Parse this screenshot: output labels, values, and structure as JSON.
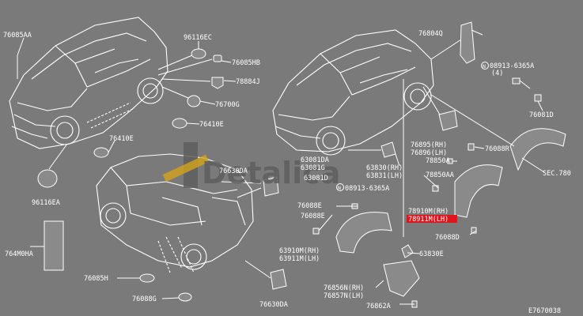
{
  "diagram_code": "E7670038",
  "watermark": "Detalica",
  "highlight_color": "#e0141b",
  "labels": {
    "l76085AA": "76085AA",
    "l96116EC": "96116EC",
    "l76085HB": "76085HB",
    "l78884J": "78884J",
    "l76700G": "76700G",
    "l76410E_a": "76410E",
    "l76410E_b": "76410E",
    "l96116EA": "96116EA",
    "l76630DA_a": "76630DA",
    "l764M0HA": "764M0HA",
    "l76085H": "76085H",
    "l76088G": "76088G",
    "l76630DA_b": "76630DA",
    "l76804Q": "76804Q",
    "l08913_6365A_a": "08913-6365A",
    "l08913_6365A_a_qty": "(4)",
    "l76081D": "76081D",
    "l76895RH": "76895(RH)",
    "l76896LH": "76896(LH)",
    "l76088R": "76088R",
    "l78850A": "78850A",
    "l78850AA": "78850AA",
    "l63081DA": "63081DA",
    "l63081G": "63081G",
    "l63081D": "63081D",
    "l63830RH": "63830(RH)",
    "l63831LH": "63831(LH)",
    "l08913_6365A_b": "08913-6365A",
    "lSEC780": "SEC.780",
    "l78910MRH": "78910M(RH)",
    "l78911MLH": "78911M(LH)",
    "l76088E": "76088E",
    "l76088E2": "76088E",
    "l76088D": "76088D",
    "l63910MRH": "63910M(RH)",
    "l63911MLH": "63911M(LH)",
    "l63830E": "63830E",
    "l76856NRH": "76856N(RH)",
    "l76857NLH": "76857N(LH)",
    "l76862A": "76862A",
    "n_circle": "N"
  }
}
